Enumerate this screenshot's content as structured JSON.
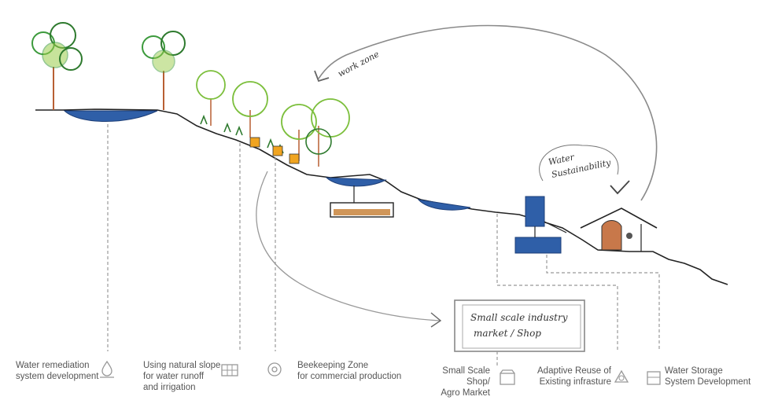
{
  "sketch_notes": {
    "work_zone": "work zone",
    "water_sustainability_line1": "Water",
    "water_sustainability_line2": "Sustainability",
    "box_line1": "Small scale industry",
    "box_line2": "market / Shop"
  },
  "legend": [
    {
      "text": "Water remediation\nsystem development",
      "icon": "water-drop-icon"
    },
    {
      "text": "Using natural slope\nfor water runoff\nand irrigation",
      "icon": "irrigation-icon"
    },
    {
      "text": "Beekeeping Zone\nfor commercial production",
      "icon": "bee-gear-icon"
    },
    {
      "text": "Small Scale Shop/\nAgro Market",
      "icon": "shop-icon"
    },
    {
      "text": "Adaptive Reuse of\nExisting infrasture",
      "icon": "recycle-icon"
    },
    {
      "text": "Water Storage\nSystem Development",
      "icon": "storage-tank-icon"
    }
  ],
  "colors": {
    "water": "#2f5fa8",
    "foliage": "#3c9a3c",
    "foliage_light": "#9acd4a",
    "trunk": "#b85f33",
    "hive": "#f0a420",
    "soil": "#c8843c",
    "ink": "#222222",
    "leader": "#999999",
    "legend_text": "#555555"
  }
}
